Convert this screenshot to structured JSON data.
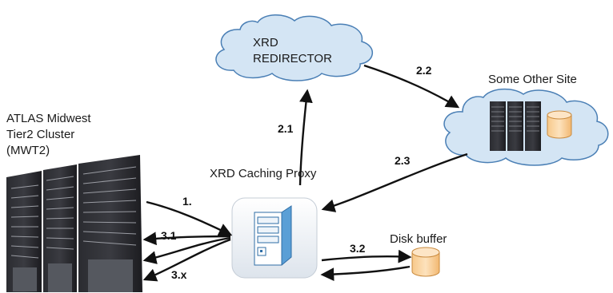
{
  "nodes": {
    "redirector": {
      "line1": "XRD",
      "line2": "REDIRECTOR"
    },
    "other_site": {
      "label": "Some Other Site"
    },
    "cluster": {
      "line1": "ATLAS Midwest",
      "line2": "Tier2 Cluster",
      "line3": "(MWT2)"
    },
    "proxy": {
      "label": "XRD Caching Proxy"
    },
    "disk": {
      "label": "Disk buffer"
    }
  },
  "edges": {
    "e1": "1.",
    "e21": "2.1",
    "e22": "2.2",
    "e23": "2.3",
    "e31": "3.1",
    "e32": "3.2",
    "e3x": "3.x"
  },
  "colors": {
    "cloud_fill": "#d4e5f4",
    "cloud_stroke": "#4a7fb5",
    "rack": "#1e1e22",
    "disk_fill": "#fbd7a4",
    "proxy_blue": "#5a9fd6"
  }
}
